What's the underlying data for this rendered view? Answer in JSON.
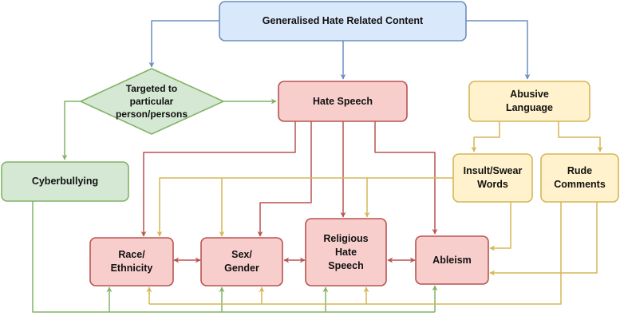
{
  "nodes": {
    "generalised": "Generalised Hate Related Content",
    "targeted": "Targeted to\nparticular\nperson/persons",
    "hate_speech": "Hate Speech",
    "abusive": "Abusive\nLanguage",
    "cyberbullying": "Cyberbullying",
    "insult": "Insult/Swear\nWords",
    "rude": "Rude\nComments",
    "race": "Race/\nEthnicity",
    "sex": "Sex/\nGender",
    "religious": "Religious\nHate\nSpeech",
    "ableism": "Ableism"
  },
  "colors": {
    "blue_fill": "#dae8fc",
    "blue_stroke": "#6c8ebf",
    "red_fill": "#f8cecc",
    "red_stroke": "#b85450",
    "yellow_fill": "#fff2cc",
    "yellow_stroke": "#d6b656",
    "green_fill": "#d5e8d4",
    "green_stroke": "#82b366"
  }
}
